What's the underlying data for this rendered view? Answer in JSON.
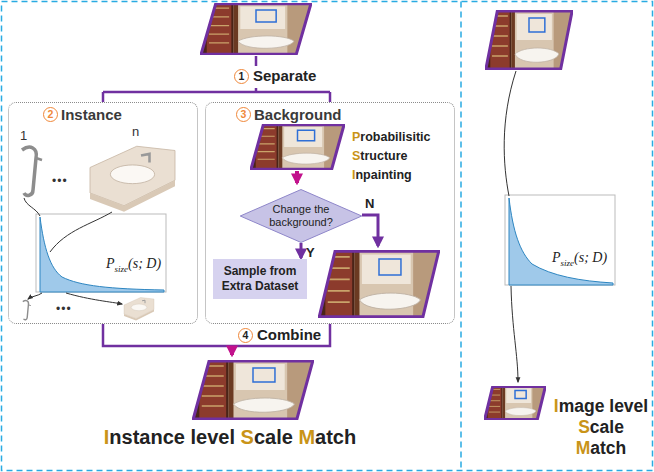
{
  "diagram": {
    "nodes": [
      {
        "text": [
          "2",
          "Instance"
        ]
      },
      {
        "text": [
          "3",
          "Background"
        ]
      },
      {
        "text": [
          "Change the background?"
        ],
        "in": 1
      },
      {
        "text": [
          "Sample from Extra Dataset"
        ],
        "in": 1
      }
    ],
    "edges": [
      {
        "from": 2,
        "to": 3,
        "arrow": "to",
        "label": "Y"
      }
    ],
    "labels": [
      "1",
      "Separate",
      "1",
      "•••",
      "n",
      "P",
      "size",
      "(s; D)",
      "•••",
      "Probabilisitic Structure Inpainting",
      "N",
      "4",
      "Combine",
      "Instance level Scale Match",
      "P",
      "size",
      "(s; D)",
      "Image level Scale Match"
    ]
  }
}
